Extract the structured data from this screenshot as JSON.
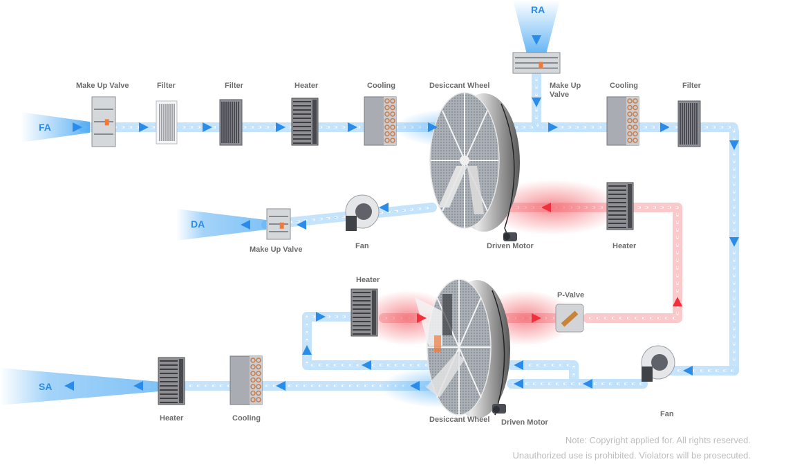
{
  "air_labels": {
    "fresh_air": "FA",
    "return_air": "RA",
    "discharge_air": "DA",
    "supply_air": "SA"
  },
  "components": {
    "top_row": [
      {
        "label": "Make Up Valve",
        "type": "valve"
      },
      {
        "label": "Filter",
        "type": "filter-white"
      },
      {
        "label": "Filter",
        "type": "filter-dark"
      },
      {
        "label": "Heater",
        "type": "heater"
      },
      {
        "label": "Cooling",
        "type": "cooling"
      },
      {
        "label": "Desiccant Wheel",
        "type": "wheel"
      },
      {
        "label": "Make Up\nValve",
        "type": "valve"
      },
      {
        "label": "Cooling",
        "type": "cooling"
      },
      {
        "label": "Filter",
        "type": "filter-dark"
      }
    ],
    "middle_row": [
      {
        "label": "Make Up Valve",
        "type": "valve"
      },
      {
        "label": "Fan",
        "type": "fan"
      },
      {
        "label": "Driven Motor",
        "type": "motor"
      },
      {
        "label": "Heater",
        "type": "heater"
      }
    ],
    "bottom_row": [
      {
        "label": "Heater",
        "type": "heater"
      },
      {
        "label": "P-Valve",
        "type": "p-valve"
      },
      {
        "label": "Heater",
        "type": "heater"
      },
      {
        "label": "Cooling",
        "type": "cooling"
      },
      {
        "label": "Desiccant Wheel",
        "type": "wheel"
      },
      {
        "label": "Driven Motor",
        "type": "motor"
      },
      {
        "label": "Fan",
        "type": "fan"
      }
    ]
  },
  "colors": {
    "cold_flow": "#2a8be8",
    "cold_pipe": "#bfe0fb",
    "hot_flow": "#f0303a",
    "hot_pipe": "#f9c3c6",
    "label": "#6b6b6b",
    "note": "#bdbdbd"
  },
  "note": {
    "line1": "Note: Copyright applied for. All rights reserved.",
    "line2": "Unauthorized use is prohibited. Violators will be prosecuted."
  }
}
